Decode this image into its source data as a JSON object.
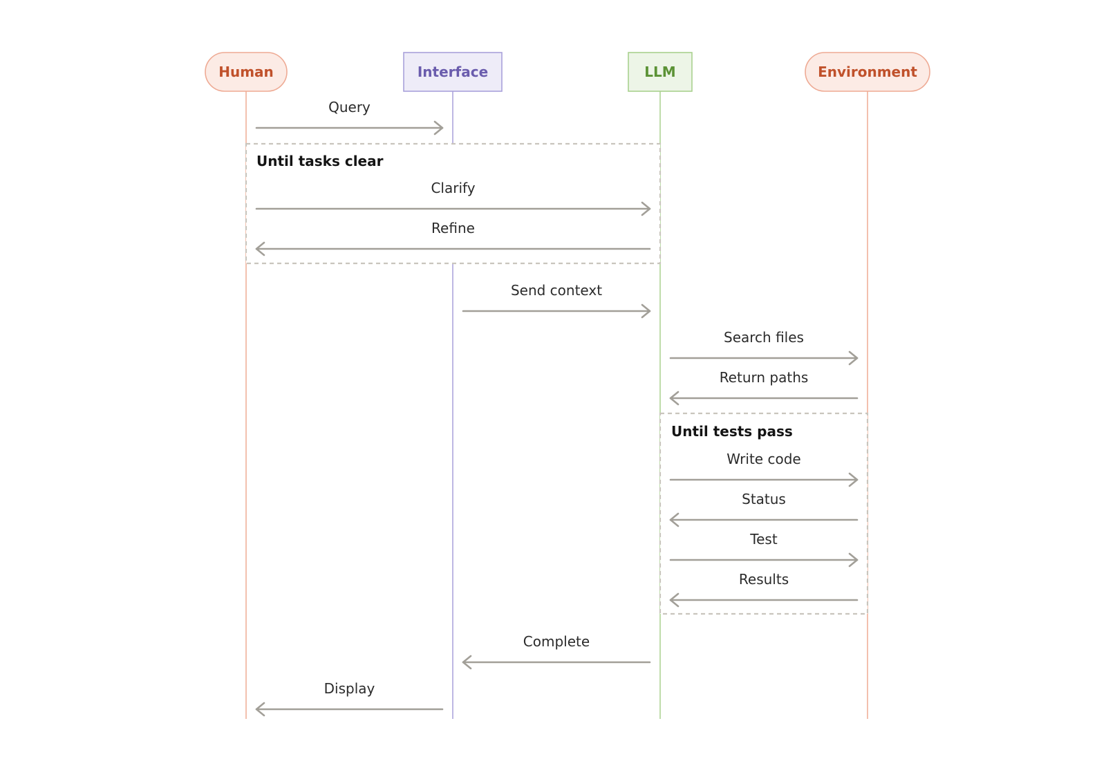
{
  "actors": [
    {
      "id": "human",
      "label": "Human",
      "shape": "pill",
      "text_color": "#c0512b",
      "fill": "#fcebe5",
      "stroke": "#eeaa94",
      "line_color": "#f2b9a5"
    },
    {
      "id": "interface",
      "label": "Interface",
      "shape": "rect",
      "text_color": "#6a5cad",
      "fill": "#eeecf8",
      "stroke": "#a9a1da",
      "line_color": "#b6afe0"
    },
    {
      "id": "llm",
      "label": "LLM",
      "shape": "rect",
      "text_color": "#5b9235",
      "fill": "#edf5e7",
      "stroke": "#a9d18e",
      "line_color": "#b7d9a0"
    },
    {
      "id": "environment",
      "label": "Environment",
      "shape": "pill",
      "text_color": "#c0512b",
      "fill": "#fcebe5",
      "stroke": "#eeaa94",
      "line_color": "#f2b9a5"
    }
  ],
  "loops": [
    {
      "label": "Until tasks clear",
      "from": "human",
      "to": "llm"
    },
    {
      "label": "Until tests pass",
      "from": "llm",
      "to": "environment"
    }
  ],
  "messages": [
    {
      "label": "Query",
      "from": "human",
      "to": "interface"
    },
    {
      "label": "Clarify",
      "from": "human",
      "to": "llm",
      "loop": 0
    },
    {
      "label": "Refine",
      "from": "llm",
      "to": "human",
      "loop": 0
    },
    {
      "label": "Send context",
      "from": "interface",
      "to": "llm"
    },
    {
      "label": "Search files",
      "from": "llm",
      "to": "environment"
    },
    {
      "label": "Return paths",
      "from": "environment",
      "to": "llm"
    },
    {
      "label": "Write code",
      "from": "llm",
      "to": "environment",
      "loop": 1
    },
    {
      "label": "Status",
      "from": "environment",
      "to": "llm",
      "loop": 1
    },
    {
      "label": "Test",
      "from": "llm",
      "to": "environment",
      "loop": 1
    },
    {
      "label": "Results",
      "from": "environment",
      "to": "llm",
      "loop": 1
    },
    {
      "label": "Complete",
      "from": "llm",
      "to": "interface"
    },
    {
      "label": "Display",
      "from": "interface",
      "to": "human"
    }
  ],
  "colors": {
    "arrow": "#a29f98",
    "loop_border": "#c9c5bd",
    "text": "#2b2b2b"
  }
}
